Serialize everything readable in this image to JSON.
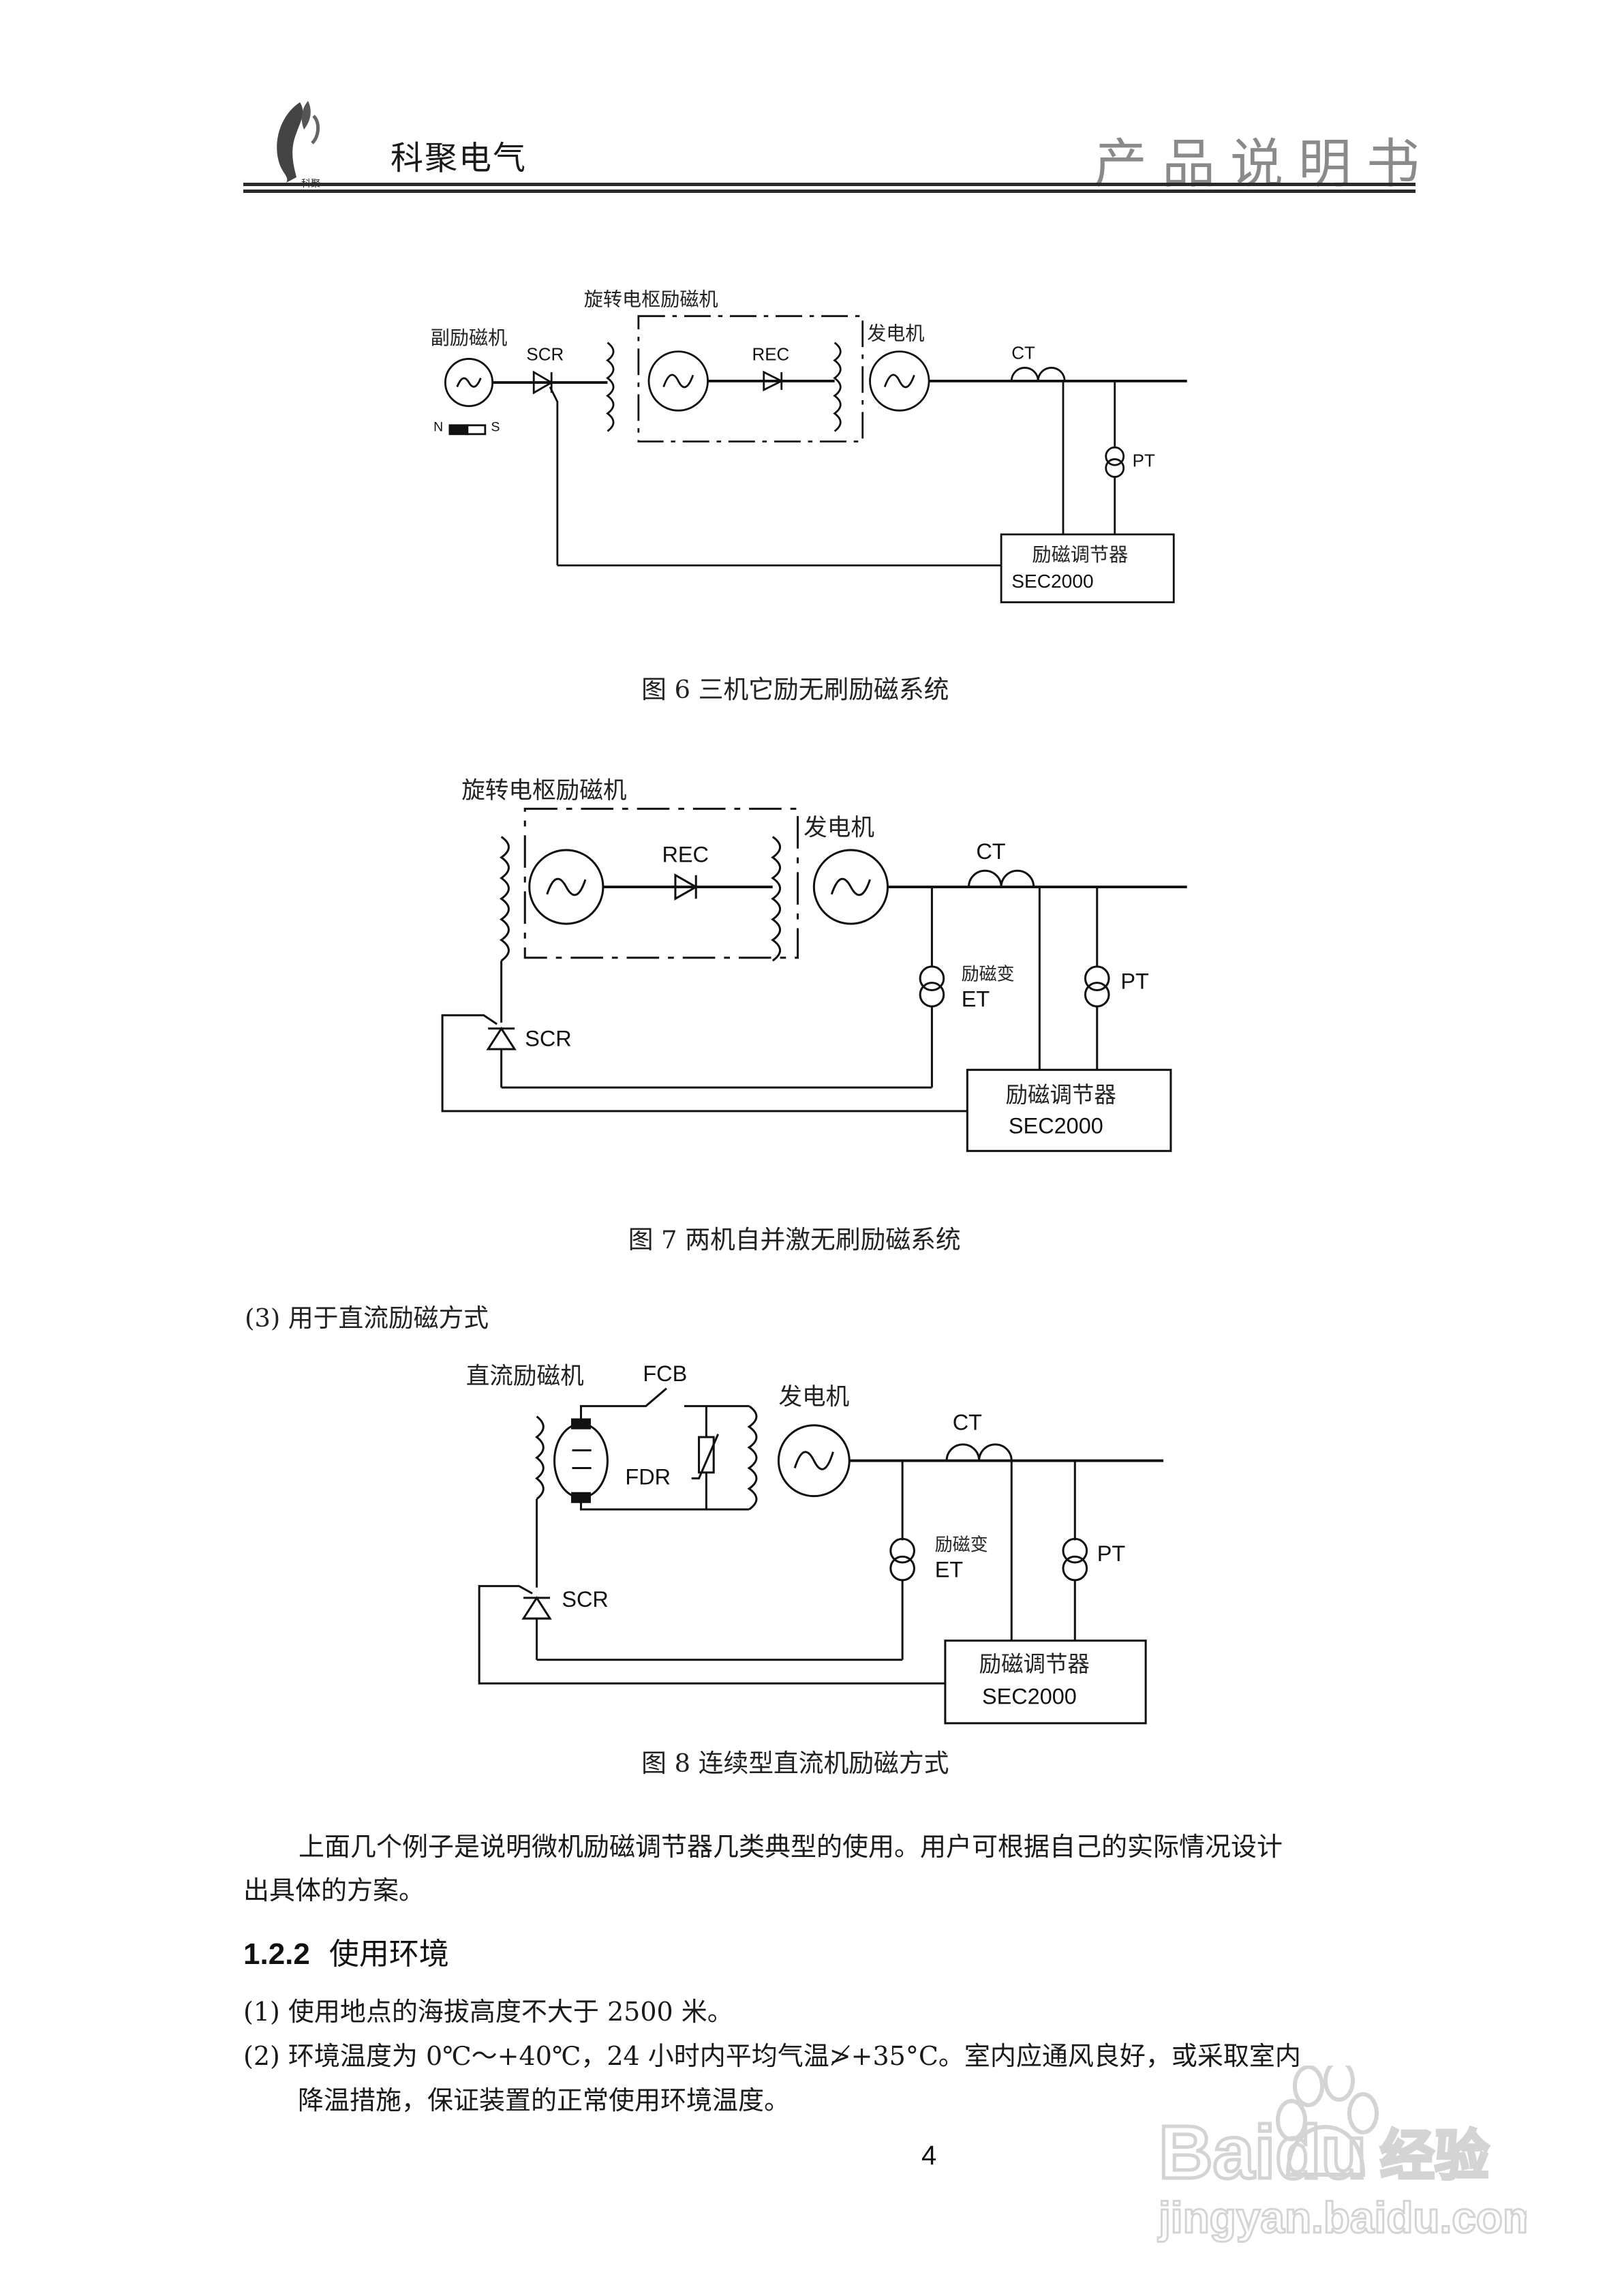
{
  "header": {
    "company_name": "科聚电气",
    "doc_title": "产品说明书",
    "logo_caption": "科聚"
  },
  "figure6": {
    "labels": {
      "sub_exciter": "副励磁机",
      "rotating_exciter": "旋转电枢励磁机",
      "generator": "发电机",
      "scr": "SCR",
      "rec": "REC",
      "ct": "CT",
      "pt": "PT",
      "magnet_n": "N",
      "magnet_s": "S",
      "regulator_cn": "励磁调节器",
      "regulator_model": "SEC2000"
    },
    "caption": "图 6  三机它励无刷励磁系统"
  },
  "figure7": {
    "labels": {
      "rotating_exciter": "旋转电枢励磁机",
      "generator": "发电机",
      "rec": "REC",
      "ct": "CT",
      "pt": "PT",
      "et_cn": "励磁变",
      "et": "ET",
      "scr": "SCR",
      "regulator_cn": "励磁调节器",
      "regulator_model": "SEC2000"
    },
    "caption": "图 7  两机自并激无刷励磁系统"
  },
  "section3_item": "(3)  用于直流励磁方式",
  "figure8": {
    "labels": {
      "dc_exciter": "直流励磁机",
      "fcb": "FCB",
      "fdr": "FDR",
      "generator": "发电机",
      "ct": "CT",
      "pt": "PT",
      "et_cn": "励磁变",
      "et": "ET",
      "scr": "SCR",
      "regulator_cn": "励磁调节器",
      "regulator_model": "SEC2000"
    },
    "caption": "图 8  连续型直流机励磁方式"
  },
  "paragraph": {
    "line1": "上面几个例子是说明微机励磁调节器几类典型的使用。用户可根据自己的实际情况设计",
    "line2": "出具体的方案。"
  },
  "section": {
    "number": "1.2.2",
    "title": "使用环境",
    "items": [
      "(1)  使用地点的海拔高度不大于 2500 米。",
      "(2)  环境温度为 0℃～+40℃，24 小时内平均气温≯+35°C。室内应通风良好，或采取室内",
      "降温措施，保证装置的正常使用环境温度。"
    ]
  },
  "page_number": "4",
  "watermark": {
    "brand": "Baidu",
    "brand_cn": "经验",
    "url": "jingyan.baidu.com"
  }
}
